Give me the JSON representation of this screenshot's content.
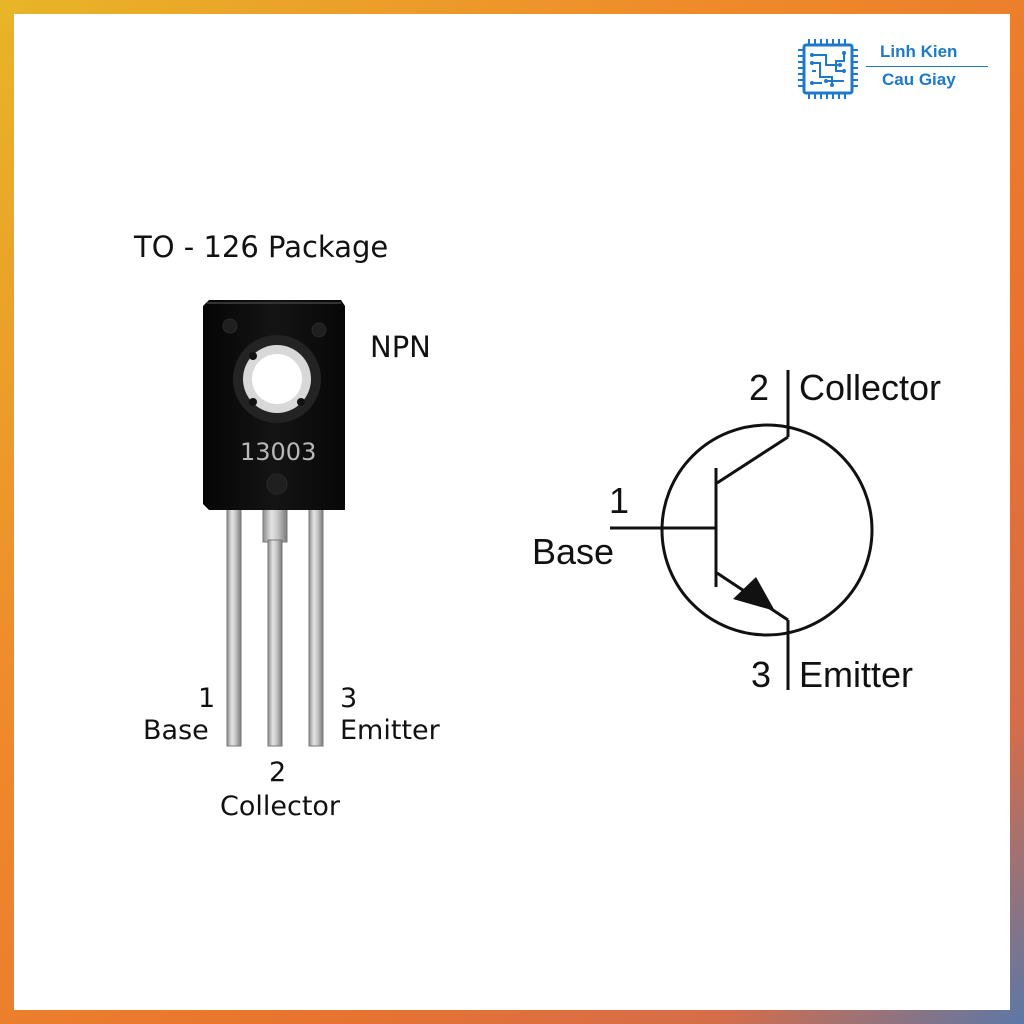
{
  "brand": {
    "line1": "Linh Kien",
    "line2": "Cau Giay",
    "logo_icon": "chip-icon",
    "color": "#1e79c8"
  },
  "package": {
    "title": "TO - 126 Package",
    "type": "NPN",
    "marking": "13003",
    "pins": [
      {
        "number": "1",
        "name": "Base"
      },
      {
        "number": "2",
        "name": "Collector"
      },
      {
        "number": "3",
        "name": "Emitter"
      }
    ]
  },
  "schematic": {
    "symbol": "npn-transistor-symbol",
    "collector": {
      "number": "2",
      "name": "Collector"
    },
    "base": {
      "number": "1",
      "name": "Base"
    },
    "emitter": {
      "number": "3",
      "name": "Emitter"
    }
  }
}
